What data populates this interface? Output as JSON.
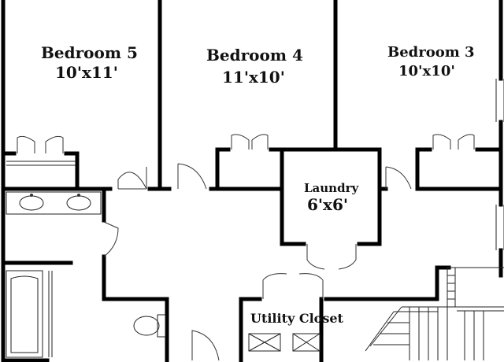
{
  "rooms": {
    "bedroom5": {
      "name": "Bedroom 5",
      "size": "10'x11'"
    },
    "bedroom4": {
      "name": "Bedroom 4",
      "size": "11'x10'"
    },
    "bedroom3": {
      "name": "Bedroom 3",
      "size": "10'x10'"
    },
    "laundry": {
      "name": "Laundry",
      "size": "6'x6'"
    },
    "utility": {
      "name": "Utility Closet"
    }
  },
  "colors": {
    "wall": "#000000",
    "line": "#222222",
    "background": "#ffffff"
  }
}
